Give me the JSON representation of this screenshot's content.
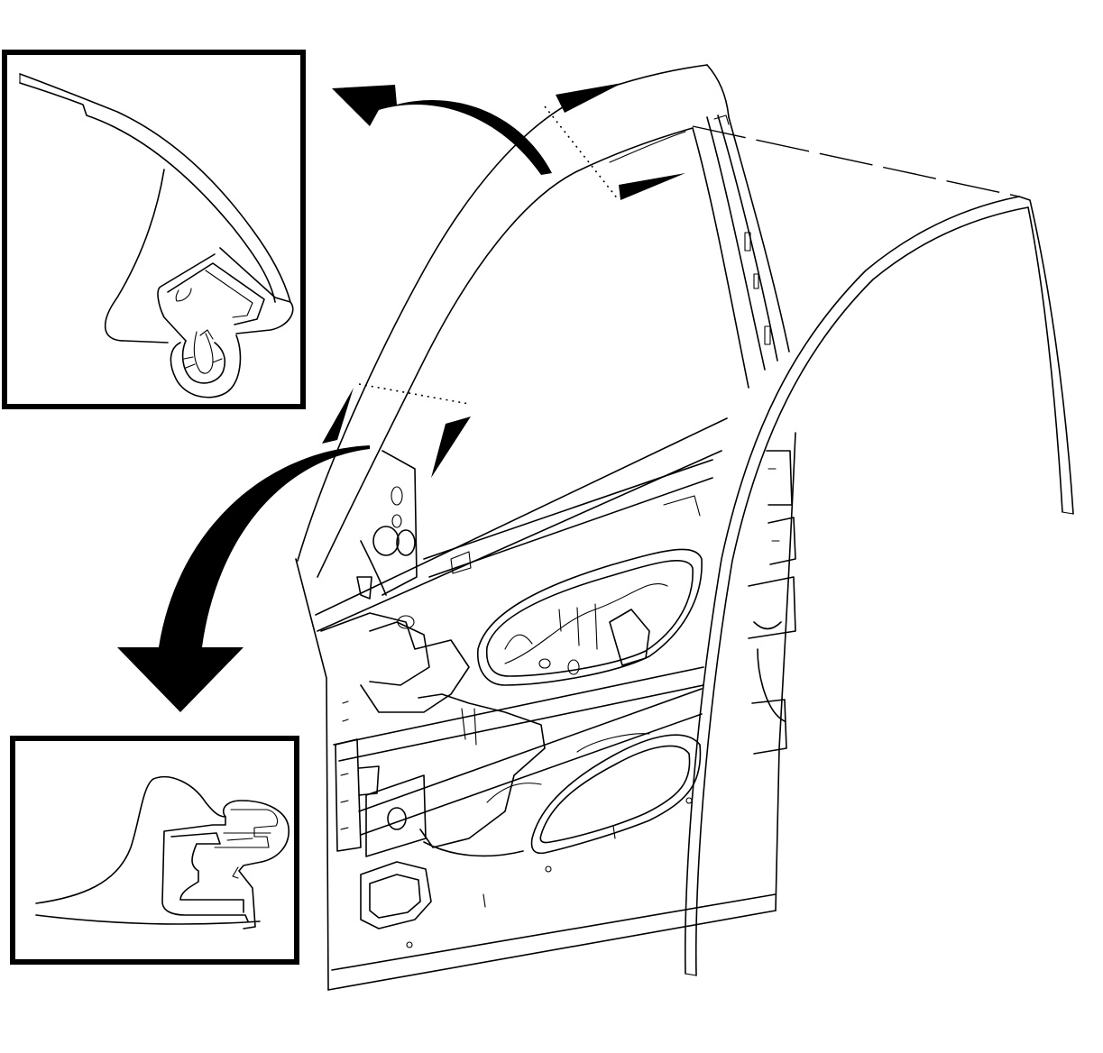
{
  "diagram": {
    "background_color": "#ffffff",
    "line_color": "#000000",
    "callouts": [
      {
        "id": "upper",
        "icon": "weatherstrip-section-detail-icon"
      },
      {
        "id": "lower",
        "icon": "weatherstrip-section-detail-icon"
      }
    ],
    "arrows": [
      {
        "id": "to-upper-detail",
        "icon": "curved-arrow-icon"
      },
      {
        "id": "to-lower-detail",
        "icon": "curved-arrow-icon"
      }
    ],
    "main_icon": "door-frame-weatherstrip-icon"
  }
}
